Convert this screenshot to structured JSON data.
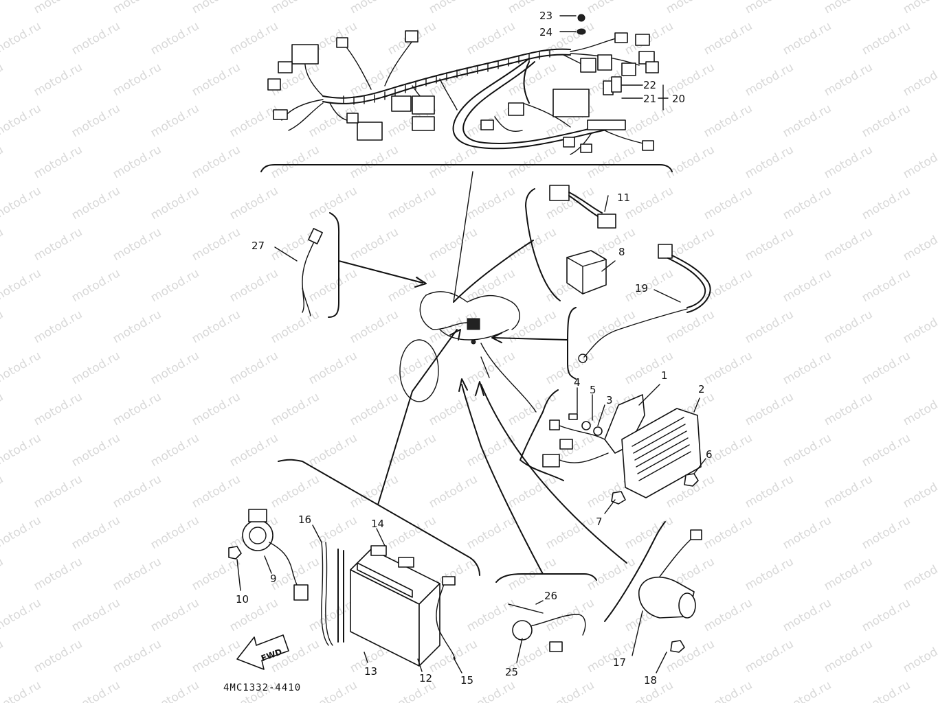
{
  "watermark": "motod.ru",
  "diagram_code": "4MC1332-4410",
  "fwd_label": "FWD",
  "callouts": [
    {
      "id": "c1",
      "label": "1"
    },
    {
      "id": "c2",
      "label": "2"
    },
    {
      "id": "c3",
      "label": "3"
    },
    {
      "id": "c4",
      "label": "4"
    },
    {
      "id": "c5",
      "label": "5"
    },
    {
      "id": "c6",
      "label": "6"
    },
    {
      "id": "c7",
      "label": "7"
    },
    {
      "id": "c8",
      "label": "8"
    },
    {
      "id": "c9",
      "label": "9"
    },
    {
      "id": "c10",
      "label": "10"
    },
    {
      "id": "c11",
      "label": "11"
    },
    {
      "id": "c12",
      "label": "12"
    },
    {
      "id": "c13",
      "label": "13"
    },
    {
      "id": "c14",
      "label": "14"
    },
    {
      "id": "c15",
      "label": "15"
    },
    {
      "id": "c16",
      "label": "16"
    },
    {
      "id": "c17",
      "label": "17"
    },
    {
      "id": "c18",
      "label": "18"
    },
    {
      "id": "c19",
      "label": "19"
    },
    {
      "id": "c20",
      "label": "20"
    },
    {
      "id": "c21",
      "label": "21"
    },
    {
      "id": "c22",
      "label": "22"
    },
    {
      "id": "c23",
      "label": "23"
    },
    {
      "id": "c24",
      "label": "24"
    },
    {
      "id": "c25",
      "label": "25"
    },
    {
      "id": "c26",
      "label": "26"
    },
    {
      "id": "c27",
      "label": "27"
    }
  ]
}
